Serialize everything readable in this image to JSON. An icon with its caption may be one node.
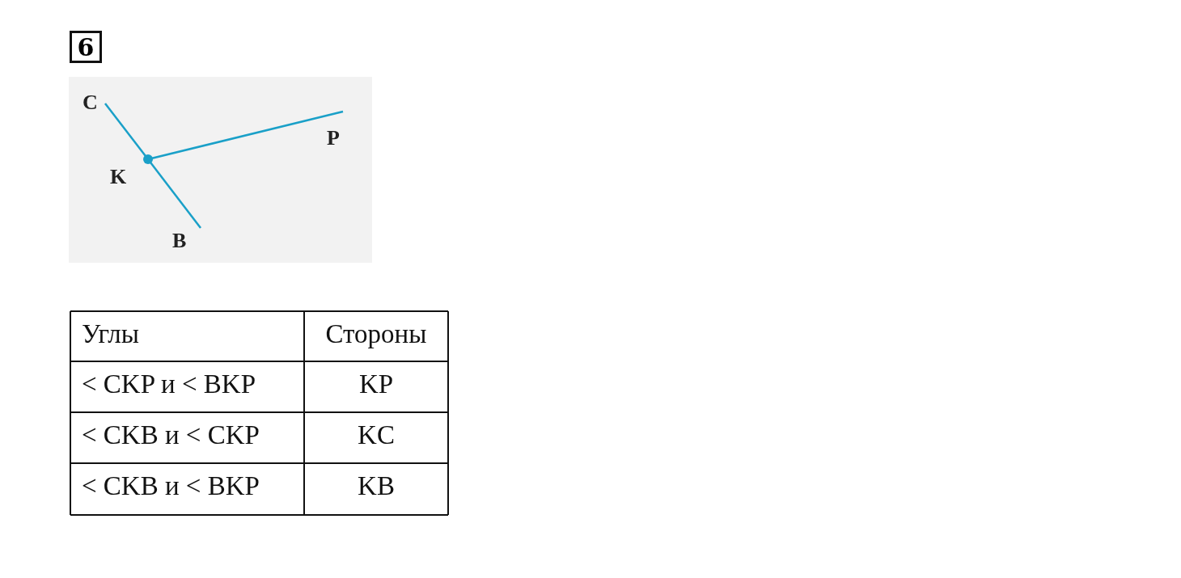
{
  "diagram": {
    "nodes": [
      {
        "text": [
          "6"
        ]
      },
      {
        "text": [],
        "shape": "circle",
        "beside": [
          "K"
        ]
      },
      {
        "text": [
          "C"
        ]
      },
      {
        "text": [
          "P"
        ]
      },
      {
        "text": [
          "B"
        ]
      }
    ],
    "edges": [
      {
        "from": 1,
        "to": 2,
        "arrow": "none"
      },
      {
        "from": 1,
        "to": 3,
        "arrow": "none"
      },
      {
        "from": 1,
        "to": 4,
        "arrow": "none"
      }
    ],
    "labels": [
      "Углы",
      "Стороны",
      "< CKP и < BKP",
      "KP",
      "< CKB и < CKP",
      "KC",
      "< CKB и < BKP",
      "KB"
    ]
  }
}
